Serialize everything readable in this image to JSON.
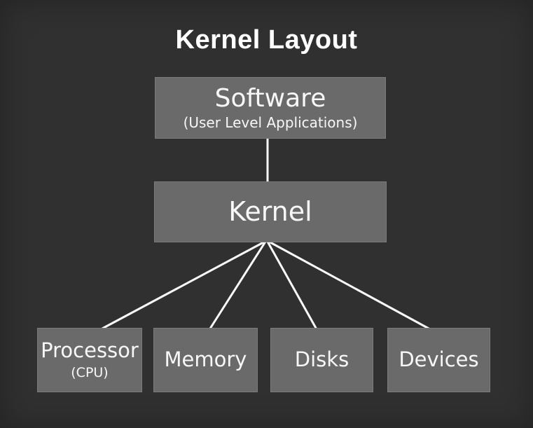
{
  "diagram": {
    "title": "Kernel Layout",
    "nodes": {
      "software": {
        "label": "Software",
        "sublabel": "(User Level Applications)"
      },
      "kernel": {
        "label": "Kernel"
      },
      "children": [
        {
          "label": "Processor",
          "sublabel": "(CPU)"
        },
        {
          "label": "Memory"
        },
        {
          "label": "Disks"
        },
        {
          "label": "Devices"
        }
      ]
    },
    "colors": {
      "background": "#303030",
      "node_fill": "#6a6a6a",
      "node_border": "#7b7b7b",
      "text": "#f7f7f7",
      "connector": "#fafafa"
    }
  }
}
